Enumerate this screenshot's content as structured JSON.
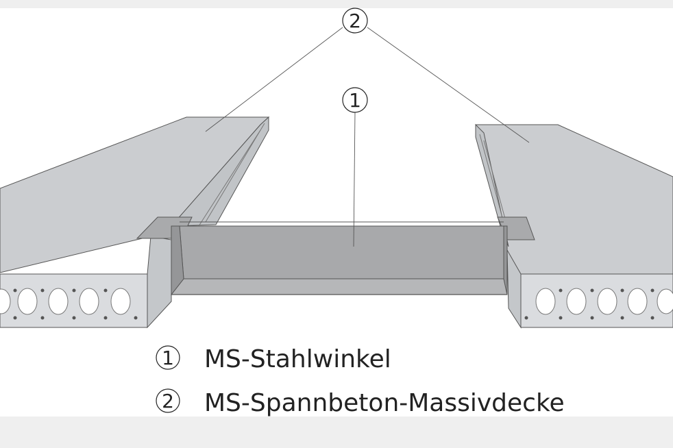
{
  "callouts": [
    {
      "number": "1"
    },
    {
      "number": "2"
    }
  ],
  "legend": [
    {
      "number": "1",
      "label": "MS-Stahlwinkel"
    },
    {
      "number": "2",
      "label": "MS-Spannbeton-Massivdecke"
    }
  ],
  "colors": {
    "slab_top": "#cbcdd0",
    "slab_face": "#dadcdf",
    "slab_edge": "#b9bcbf",
    "steel_inner": "#a8a9ab",
    "steel_dark": "#8f9092",
    "outline": "#555555",
    "text": "#222222"
  }
}
